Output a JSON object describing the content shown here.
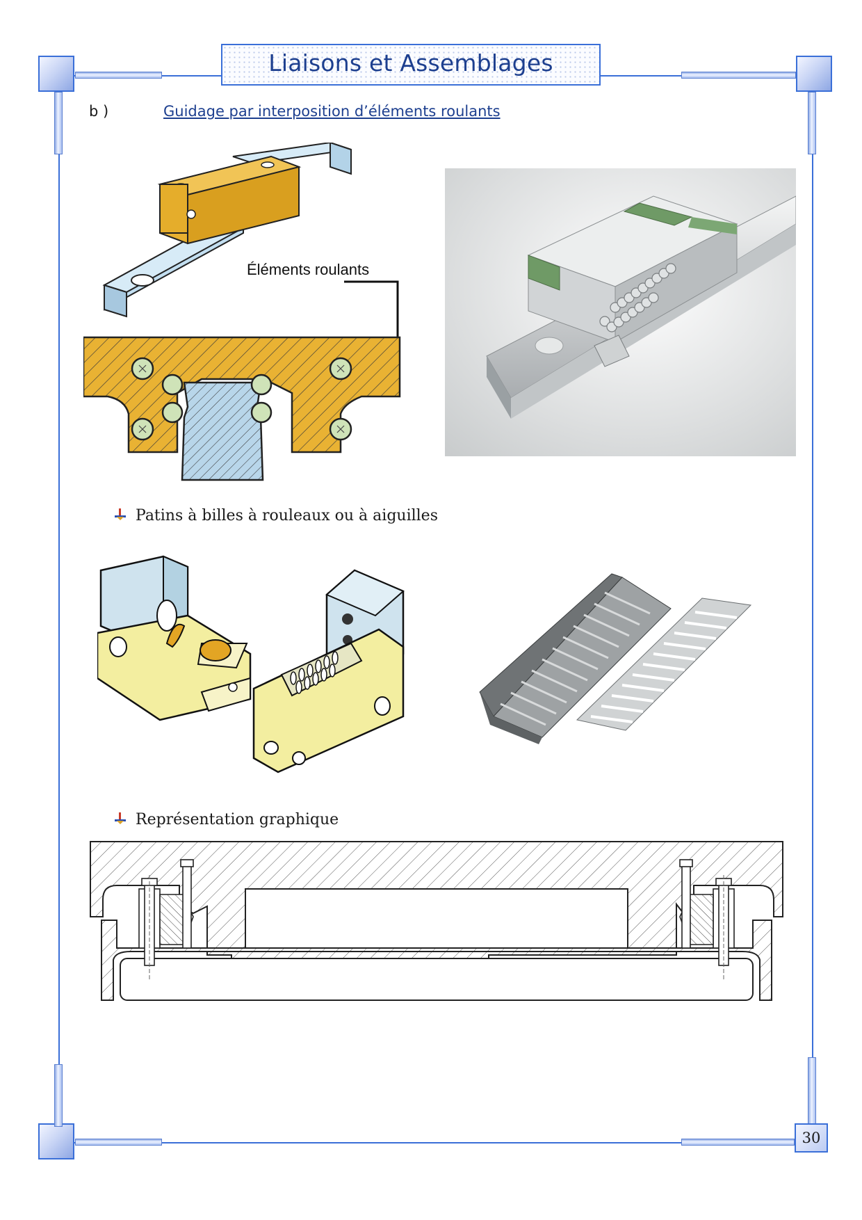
{
  "header": {
    "title": "Liaisons et Assemblages"
  },
  "section": {
    "marker": "b )",
    "title": "Guidage par interposition d’éléments roulants"
  },
  "figure1": {
    "callout": "Éléments roulants"
  },
  "bullets": [
    {
      "text": "Patins à billes à rouleaux ou à aiguilles"
    },
    {
      "text": "Représentation graphique"
    }
  ],
  "footer": {
    "page_number": "30"
  },
  "colors": {
    "frame": "#3a6fd8",
    "title": "#1d3f8f",
    "carriage": "#e8b030",
    "rail": "#b9d7ec",
    "block_yellow": "#f3eea0"
  },
  "icons": [
    "corner-ornament-icon",
    "bullet-arrow-icon"
  ]
}
